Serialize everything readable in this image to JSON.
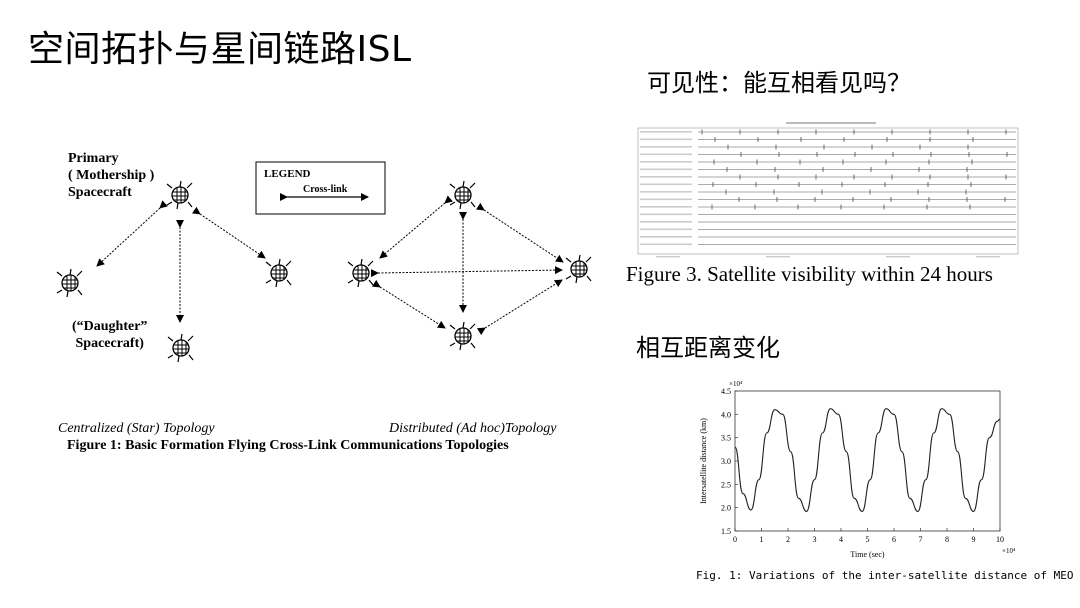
{
  "slide": {
    "title": "空间拓扑与星间链路ISL",
    "visibility_heading": "可见性：能互相看见吗？",
    "distance_heading": "相互距离变化"
  },
  "figure1": {
    "primary_label": [
      "Primary",
      "( Mothership )",
      "Spacecraft"
    ],
    "daughter_label": [
      "(“Daughter”",
      "Spacecraft)"
    ],
    "legend_title": "LEGEND",
    "legend_item": "Cross-link",
    "centralized_caption": "Centralized (Star) Topology",
    "distributed_caption": "Distributed (Ad hoc)Topology",
    "caption": "Figure 1:  Basic Formation Flying Cross-Link Communications Topologies"
  },
  "figure3": {
    "caption": "Figure 3. Satellite visibility within 24 hours"
  },
  "chart_data": {
    "type": "line",
    "title": "",
    "xlabel": "Time (sec)",
    "ylabel": "Intersatellite distance (km)",
    "x_multiplier": "×10⁴",
    "y_multiplier": "×10⁴",
    "xlim": [
      0,
      10
    ],
    "ylim": [
      1.5,
      4.5
    ],
    "xticks": [
      "0",
      "1",
      "2",
      "3",
      "4",
      "5",
      "6",
      "7",
      "8",
      "9",
      "10"
    ],
    "yticks": [
      "1.5",
      "2.0",
      "2.5",
      "3.0",
      "3.5",
      "4.0",
      "4.5"
    ],
    "series": [
      {
        "x": [
          0,
          0.3,
          0.6,
          0.9,
          1.2,
          1.5,
          1.8,
          2.1,
          2.4,
          2.7,
          3.0,
          3.3,
          3.6,
          3.9,
          4.2,
          4.5,
          4.8,
          5.1,
          5.4,
          5.7,
          6.0,
          6.3,
          6.6,
          6.9,
          7.2,
          7.5,
          7.8,
          8.1,
          8.4,
          8.7,
          9.0,
          9.3,
          9.6,
          9.9,
          10.0
        ],
        "y": [
          3.3,
          2.3,
          1.95,
          2.6,
          3.6,
          4.1,
          4.0,
          3.2,
          2.2,
          1.92,
          2.6,
          3.6,
          4.12,
          4.0,
          3.2,
          2.2,
          1.92,
          2.6,
          3.6,
          4.12,
          4.0,
          3.2,
          2.2,
          1.92,
          2.6,
          3.6,
          4.12,
          4.0,
          3.2,
          2.2,
          1.92,
          2.6,
          3.5,
          3.85,
          3.9
        ]
      }
    ],
    "caption": "Fig. 1:  Variations of the inter-satellite distance of MEO"
  }
}
